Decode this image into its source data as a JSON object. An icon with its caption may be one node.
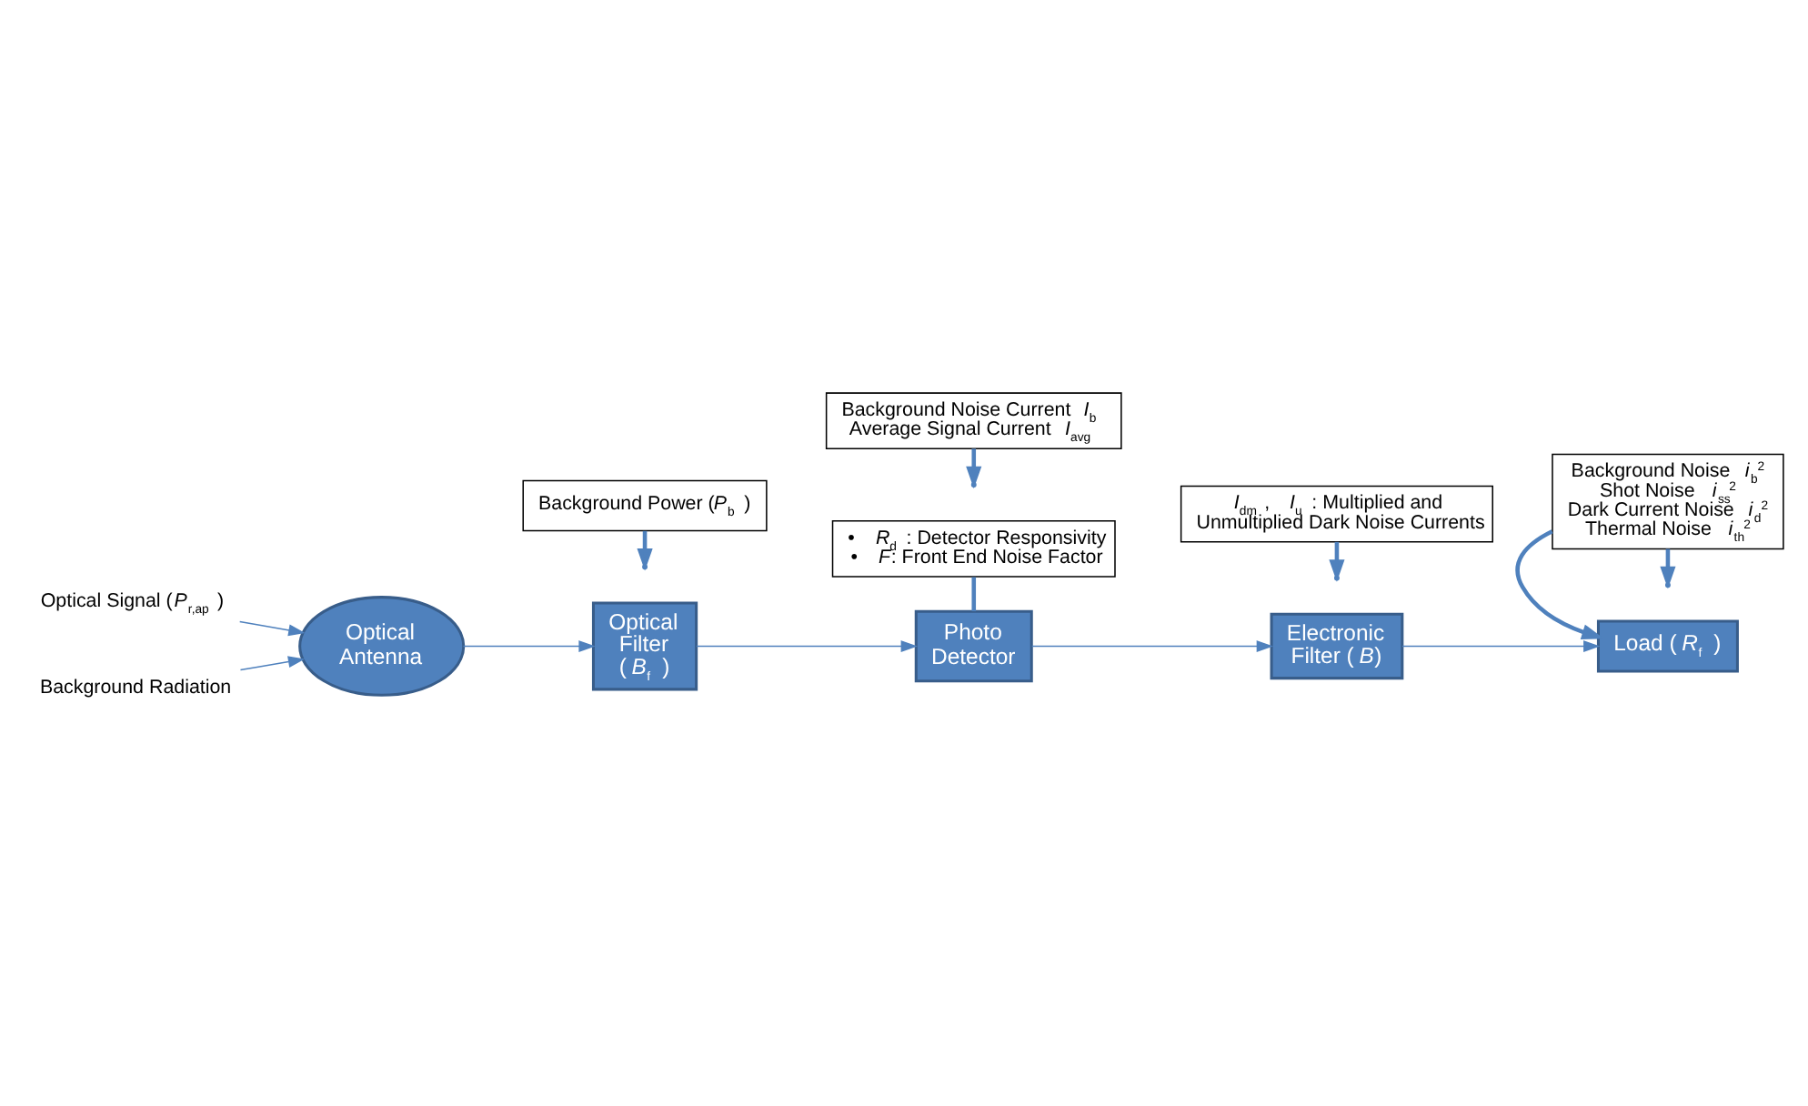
{
  "diagram": {
    "nodes": [
      {
        "text": [
          "Optical Signal (*P*$_{r,ap}$)"
        ]
      },
      {
        "text": [
          "Background Radiation"
        ]
      },
      {
        "text": [
          "Optical Antenna"
        ]
      },
      {
        "text": [
          "Optical Filter (*B*$_{f}$)"
        ]
      },
      {
        "text": [
          "Background Power (*P*$_{b}$)"
        ]
      },
      {
        "text": [
          "Photo Detector"
        ]
      },
      {
        "text": [
          "Background Noise Current *I*$_{b}$",
          "Average Signal Current *I*$_{avg}$"
        ]
      },
      {
        "text": [
          "Electronic Filter (*B*)"
        ]
      },
      {
        "text": [
          "• *R*$_{d}$ : Detector Responsivity",
          "• *F*: Front End Noise Factor"
        ]
      },
      {
        "text": [
          "Load (*R*$_{f}$)"
        ]
      },
      {
        "text": [
          "*I*$_{dm}$ , *I*$_{u}$ : Multiplied and Unmultiplied Dark Noise Currents"
        ]
      },
      {
        "text": [
          "Background Noise *i*$_{b}$$^{2}$",
          "Shot Noise *i*$_{ss}$$^{2}$",
          "Dark Current Noise *i*$_{d}$$^{2}$",
          "Thermal Noise *i*$_{th}$$^{2}$"
        ]
      }
    ],
    "edges": [
      {
        "from": 0,
        "to": 2,
        "arrow": "to"
      },
      {
        "from": 1,
        "to": 2,
        "arrow": "to"
      },
      {
        "from": 2,
        "to": 3,
        "arrow": "to"
      },
      {
        "from": 3,
        "to": 5,
        "arrow": "to"
      },
      {
        "from": 4,
        "to": null,
        "arrow": "to",
        "style": "thick"
      },
      {
        "from": 8,
        "to": 5,
        "arrow": "none",
        "style": "thick"
      },
      {
        "from": 5,
        "to": 7,
        "arrow": "to"
      },
      {
        "from": 6,
        "to": null,
        "arrow": "to",
        "style": "thick"
      },
      {
        "from": 10,
        "to": null,
        "arrow": "to",
        "style": "thick"
      },
      {
        "from": 7,
        "to": 9,
        "arrow": "to"
      },
      {
        "from": 11,
        "to": null,
        "arrow": "to",
        "style": "thick"
      },
      {
        "from": 11,
        "to": 9,
        "arrow": "to",
        "style": "thick"
      }
    ]
  }
}
